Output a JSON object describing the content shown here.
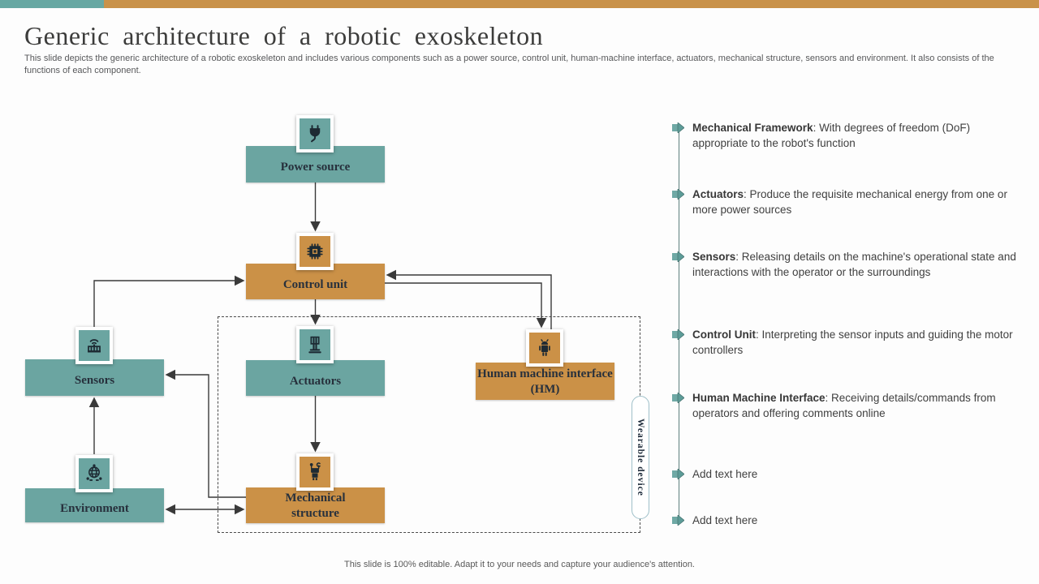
{
  "slide": {
    "title": "Generic architecture of a robotic exoskeleton",
    "subtitle": "This slide depicts the generic architecture of a robotic exoskeleton and includes various components such as a power source, control unit, human-machine interface, actuators, mechanical structure, sensors and environment. It also consists of the functions of each component.",
    "footer": "This slide is 100% editable. Adapt it to your needs and capture your audience's attention."
  },
  "colors": {
    "teal": "#6ba5a1",
    "orange": "#cb9147",
    "topbar_teal": "#68a8a3",
    "topbar_orange": "#c9924a",
    "line": "#3a3a3a",
    "bullet": "#5d9c98",
    "label_text": "#27303c"
  },
  "diagram": {
    "container_label": "Wearable device",
    "nodes": [
      {
        "id": "power-source",
        "label": "Power source",
        "color": "teal",
        "icon": "plug-icon"
      },
      {
        "id": "control-unit",
        "label": "Control unit",
        "color": "orange",
        "icon": "chip-icon"
      },
      {
        "id": "sensors",
        "label": "Sensors",
        "color": "teal",
        "icon": "sensor-icon"
      },
      {
        "id": "actuators",
        "label": "Actuators",
        "color": "teal",
        "icon": "piston-icon"
      },
      {
        "id": "human-machine-interface",
        "label": "Human machine interface (HM)",
        "color": "orange",
        "icon": "android-icon"
      },
      {
        "id": "environment",
        "label": "Environment",
        "color": "teal",
        "icon": "globe-icon"
      },
      {
        "id": "mechanical-structure",
        "label": "Mechanical structure",
        "color": "orange",
        "icon": "robot-icon"
      }
    ],
    "edges": [
      {
        "from": "power-source",
        "to": "control-unit"
      },
      {
        "from": "sensors",
        "to": "control-unit"
      },
      {
        "from": "control-unit",
        "to": "actuators"
      },
      {
        "from": "actuators",
        "to": "mechanical-structure"
      },
      {
        "from": "environment",
        "to": "sensors"
      },
      {
        "from": "control-unit",
        "to": "human-machine-interface"
      },
      {
        "from": "human-machine-interface",
        "to": "control-unit"
      },
      {
        "from": "mechanical-structure",
        "to": "sensors"
      },
      {
        "from": "environment",
        "to": "mechanical-structure",
        "bidirectional": true
      }
    ]
  },
  "list": {
    "items": [
      {
        "term": "Mechanical Framework",
        "desc": ": With degrees of freedom (DoF) appropriate to the robot's function"
      },
      {
        "term": "Actuators",
        "desc": ": Produce the requisite mechanical energy from one or more power sources"
      },
      {
        "term": "Sensors",
        "desc": ": Releasing details on the machine's operational state and interactions with the operator or the surroundings"
      },
      {
        "term": "Control Unit",
        "desc": ": Interpreting the sensor inputs and guiding the motor controllers"
      },
      {
        "term": "Human Machine Interface",
        "desc": ": Receiving details/commands from operators and offering comments online"
      },
      {
        "term": "",
        "desc": "Add text here"
      },
      {
        "term": "",
        "desc": "Add text here"
      }
    ]
  }
}
